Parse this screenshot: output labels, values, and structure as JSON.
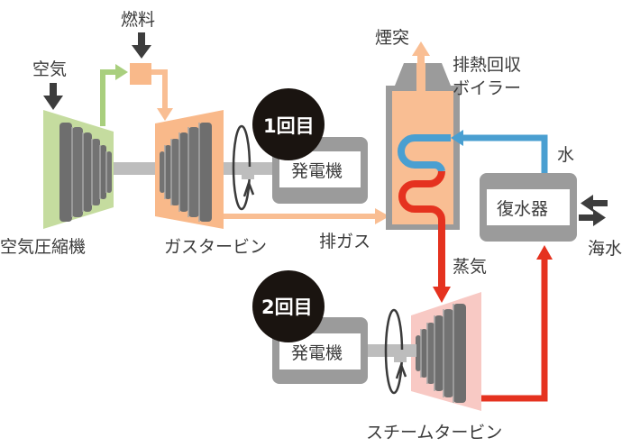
{
  "title": "コンバインドサイクル発電の仕組み",
  "labels": {
    "air": "空気",
    "fuel": "燃料",
    "compressor": "空気圧縮機",
    "gas_turbine": "ガスタービン",
    "exhaust_gas": "排ガス",
    "chimney": "煙突",
    "hrsg_line1": "排熱回収",
    "hrsg_line2": "ボイラー",
    "water": "水",
    "condenser": "復水器",
    "seawater": "海水",
    "steam": "蒸気",
    "steam_turbine": "スチームタービン",
    "generator1": "発電機",
    "generator2": "発電機",
    "badge1": "1回目",
    "badge2": "2回目"
  },
  "colors": {
    "compressor": "#c5dc9f",
    "gas_turbine": "#f9b98a",
    "steam_turbine": "#f8c9c4",
    "exhaust_flow": "#f9be93",
    "water_flow": "#4a9fd1",
    "steam_flow": "#e5321f",
    "air_flow": "#a9cf7e",
    "machine_gray": "#9b9b9b",
    "blade_gray": "#6e6e6e",
    "shaft_gray": "#bdbdbd",
    "badge": "#1a1410",
    "arrow_dark": "#3d3d3d"
  }
}
